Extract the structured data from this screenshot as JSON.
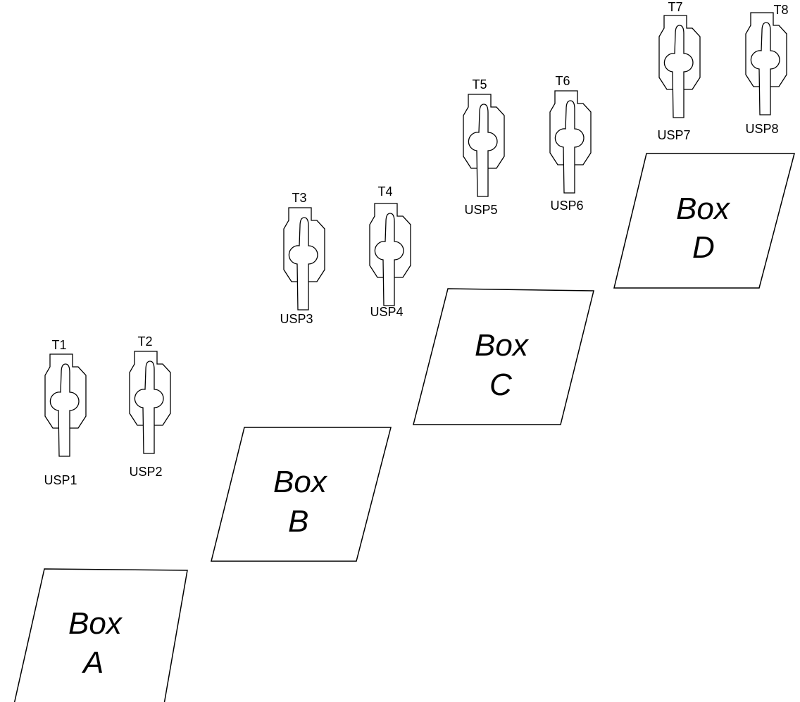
{
  "boxes": [
    {
      "id": "a",
      "line1": "Box",
      "line2": "A"
    },
    {
      "id": "b",
      "line1": "Box",
      "line2": "B"
    },
    {
      "id": "c",
      "line1": "Box",
      "line2": "C"
    },
    {
      "id": "d",
      "line1": "Box",
      "line2": "D"
    }
  ],
  "targets": [
    {
      "id": "1",
      "top": "T1",
      "bottom": "USP1"
    },
    {
      "id": "2",
      "top": "T2",
      "bottom": "USP2"
    },
    {
      "id": "3",
      "top": "T3",
      "bottom": "USP3"
    },
    {
      "id": "4",
      "top": "T4",
      "bottom": "USP4"
    },
    {
      "id": "5",
      "top": "T5",
      "bottom": "USP5"
    },
    {
      "id": "6",
      "top": "T6",
      "bottom": "USP6"
    },
    {
      "id": "7",
      "top": "T7",
      "bottom": "USP7"
    },
    {
      "id": "8",
      "top": "T8",
      "bottom": "USP8"
    }
  ]
}
